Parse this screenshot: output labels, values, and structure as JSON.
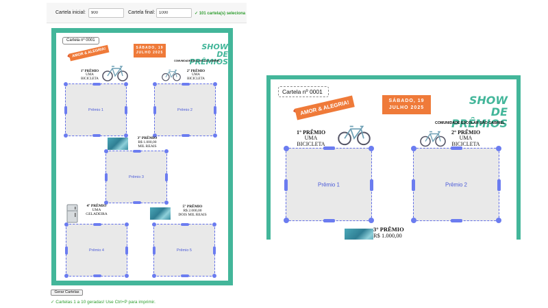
{
  "form": {
    "start_label": "Cartela inicial:",
    "start_value": "900",
    "end_label": "Cartela final:",
    "end_value": "1000",
    "status": "✓ 101 cartela(s) seleciona"
  },
  "card": {
    "number": "Cartela nº 0001",
    "ribbon": "AMOR & ALEGRIA!",
    "date_line1": "SÁBADO, 19",
    "date_line2": "JULHO 2025",
    "show_line1": "SHOW",
    "show_line2": "DE PRÊMIOS",
    "community": "COMUNIDADE ESCOLAR SÃO GABRIEL",
    "prizes": [
      {
        "rank": "1° PRÊMIO",
        "desc1": "UMA",
        "desc2": "BICICLETA",
        "slot": "Prêmio 1"
      },
      {
        "rank": "2° PRÊMIO",
        "desc1": "UMA",
        "desc2": "BICICLETA",
        "slot": "Prêmio 2"
      },
      {
        "rank": "3° PRÊMIO",
        "desc1": "R$ 1.000,00",
        "desc2": "MIL REAIS",
        "slot": "Prêmio 3"
      },
      {
        "rank": "4° PRÊMIO",
        "desc1": "UMA",
        "desc2": "GELADEIRA",
        "slot": "Prêmio 4"
      },
      {
        "rank": "5° PRÊMIO",
        "desc1": "R$ 2.000,00",
        "desc2": "DOIS MIL REAIS",
        "slot": "Prêmio 5"
      }
    ]
  },
  "actions": {
    "generate_label": "Gerar Cartelas",
    "generate_status": "✓ Cartelas 1 a 10 geradas! Use Ctrl+P para imprimir."
  },
  "colors": {
    "border": "#43b69a",
    "accent": "#ef7a39",
    "slot_outline": "#5e6ce8",
    "success": "#2e9d2e"
  },
  "icons": [
    "bicycle-icon",
    "money-icon",
    "refrigerator-icon"
  ]
}
